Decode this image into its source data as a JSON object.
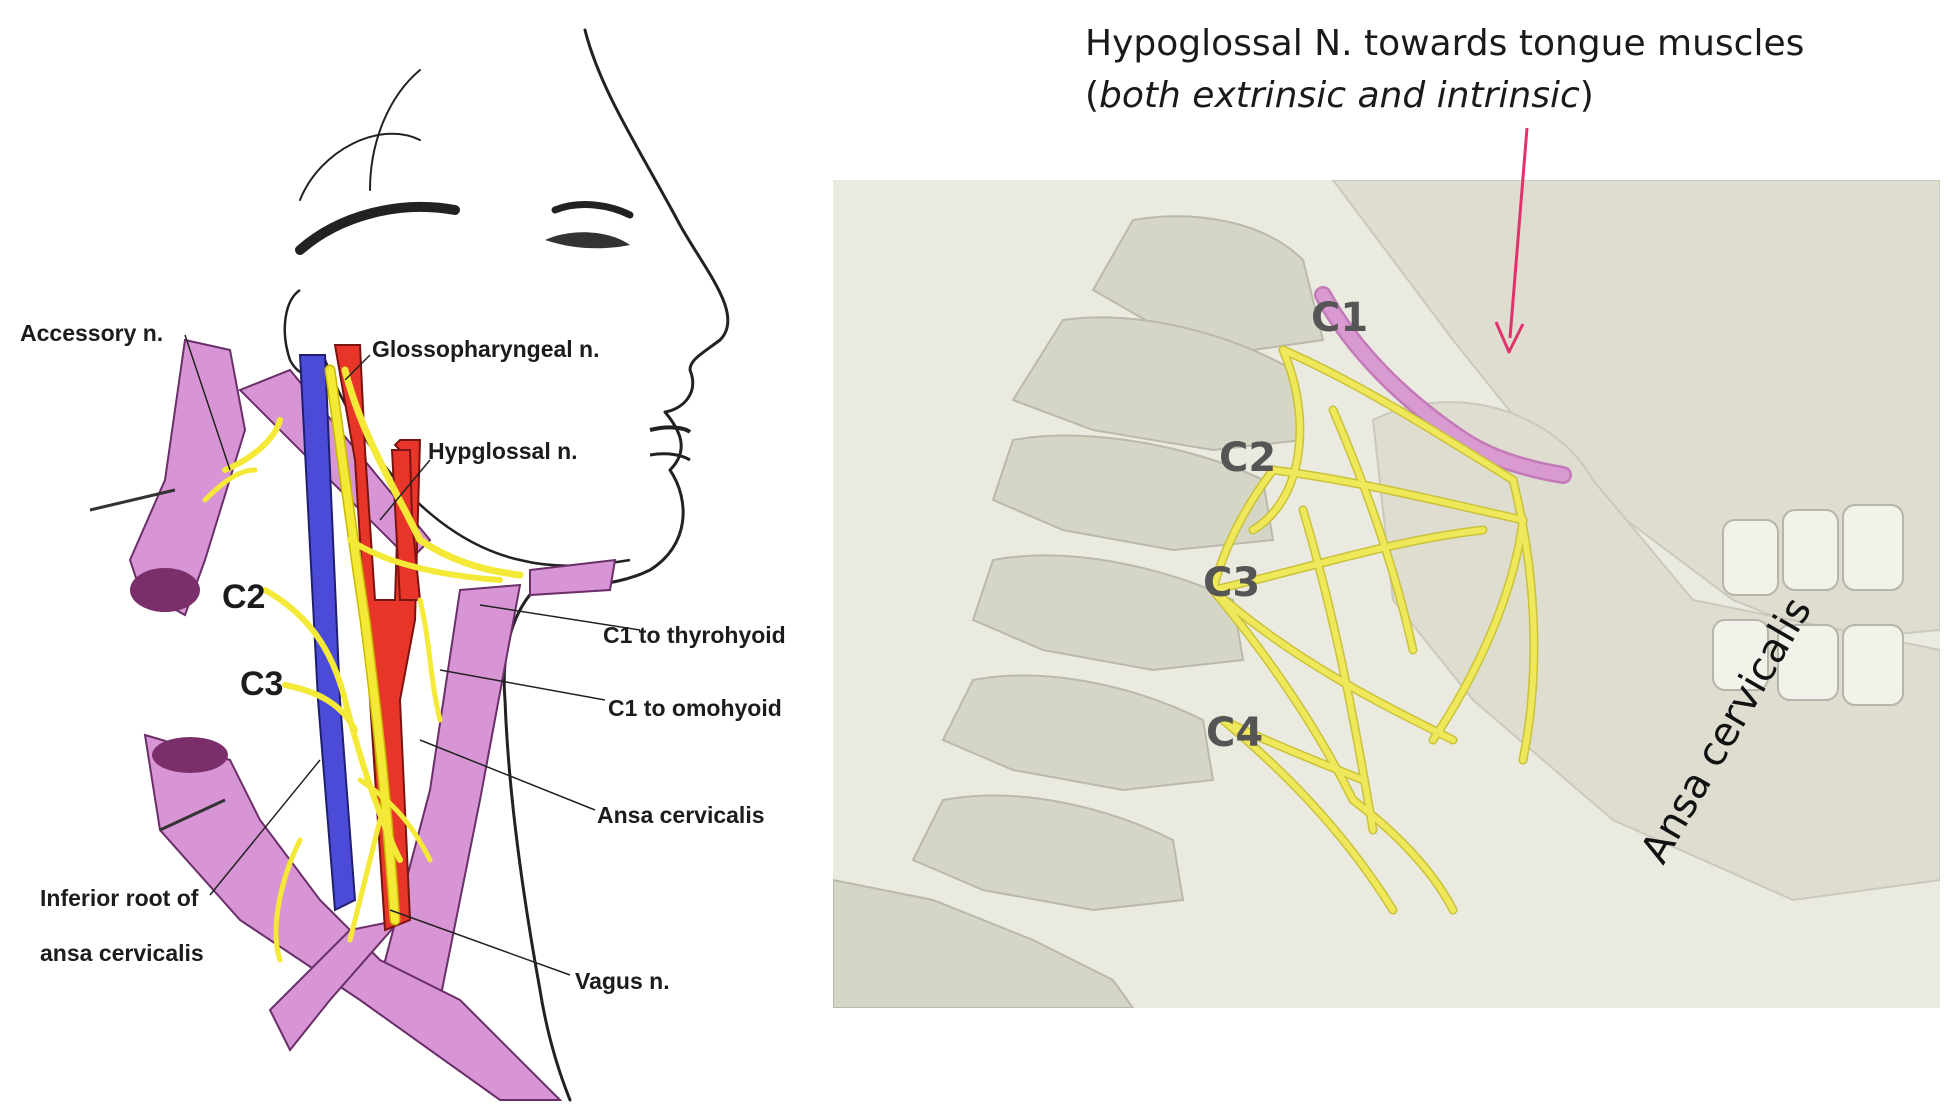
{
  "left_illustration": {
    "labels": {
      "accessory": "Accessory n.",
      "glossopharyngeal": "Glossopharyngeal n.",
      "hypoglossal": "Hypglossal n.",
      "c2": "C2",
      "c3": "C3",
      "c1_thyrohyoid": "C1 to thyrohyoid",
      "c1_omohyoid": "C1 to omohyoid",
      "ansa_cervicalis": "Ansa cervicalis",
      "inferior_root_line1": "Inferior root of",
      "inferior_root_line2": "ansa cervicalis",
      "vagus": "Vagus n."
    },
    "colors": {
      "muscle": "#d795d5",
      "nerve": "#f3e936",
      "artery": "#e8352a",
      "vein": "#4b4bd8",
      "ink": "#222222"
    }
  },
  "right_illustration": {
    "header_line1": "Hypoglossal N. towards tongue muscles",
    "header_line2_open": "(",
    "header_line2_italic": "both extrinsic and intrinsic",
    "header_line2_close": ")",
    "levels": {
      "c1": "C1",
      "c2": "C2",
      "c3": "C3",
      "c4": "C4"
    },
    "ansa_label": "Ansa cervicalis",
    "colors": {
      "bone": "#d9d8c8",
      "nerve": "#eee85a",
      "hypoglossal": "#d89ad0",
      "arrow": "#e0336e"
    }
  }
}
